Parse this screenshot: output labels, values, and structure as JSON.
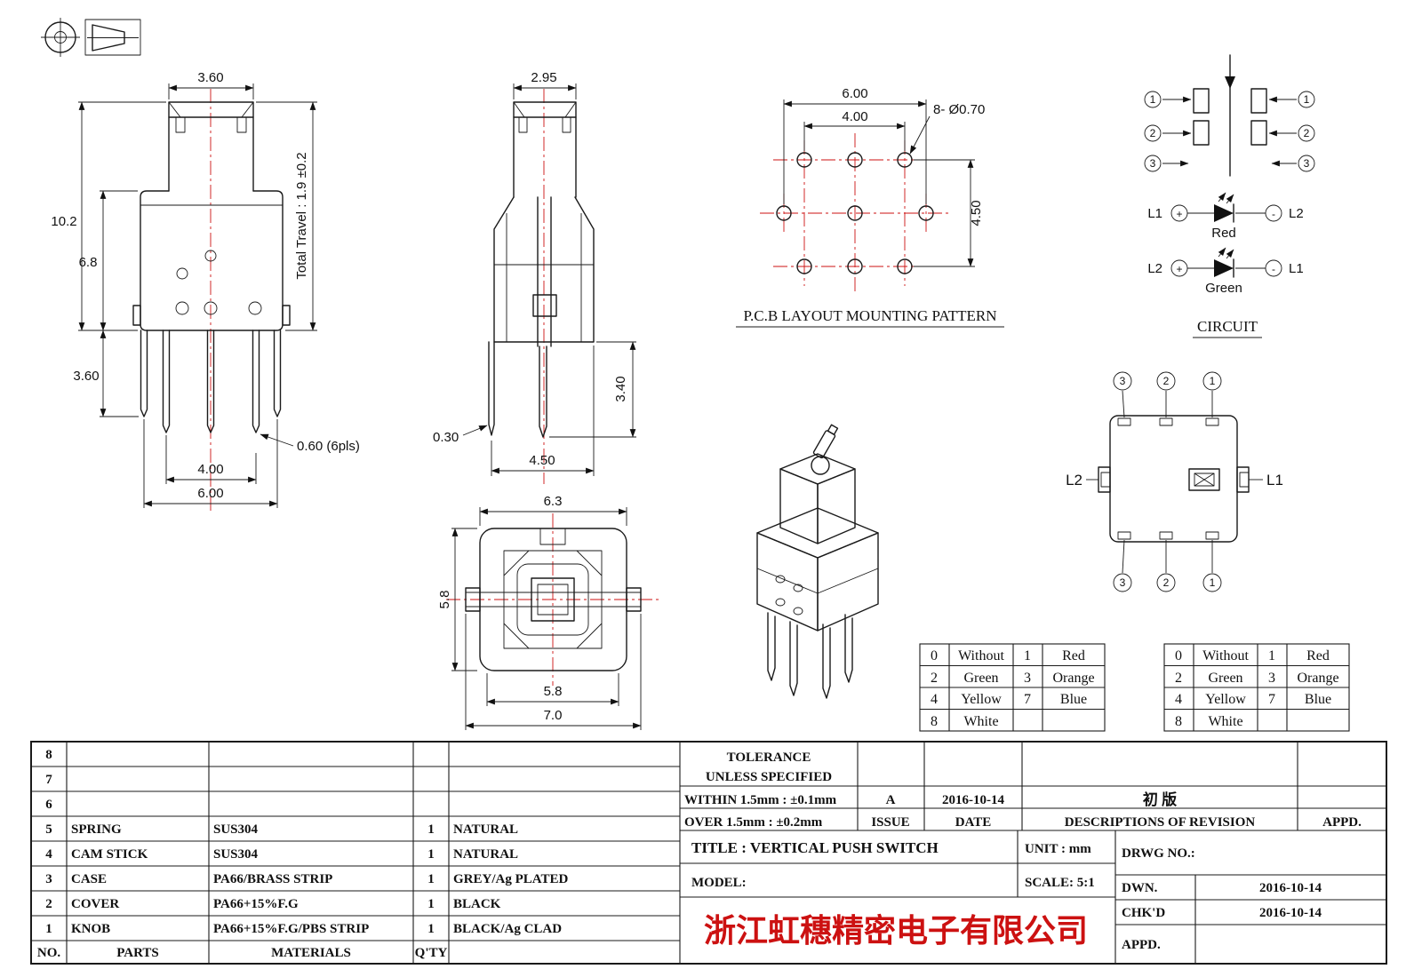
{
  "company_name": "浙江虹穗精密电子有限公司",
  "front_view": {
    "dim_knob_width": "3.60",
    "dim_total_height": "10.2",
    "dim_body_height": "6.8",
    "dim_pin_length": "3.60",
    "dim_travel": "Total Travel : 1.9 ±0.2",
    "dim_pin_note": "0.60 (6pls)",
    "dim_pin_pitch": "4.00",
    "dim_pin_span": "6.00"
  },
  "side_view": {
    "dim_knob_width": "2.95",
    "dim_pin_length": "3.40",
    "dim_pin_width": "0.30",
    "dim_pin_pitch": "4.50"
  },
  "bottom_view": {
    "dim_width": "6.3",
    "dim_height": "5.8",
    "dim_inner_width": "5.8",
    "dim_outer_width": "7.0"
  },
  "pcb_layout": {
    "title": "P.C.B LAYOUT MOUNTING PATTERN",
    "dim_outer": "6.00",
    "dim_inner": "4.00",
    "dim_holes": "8- Ø0.70",
    "dim_height": "4.50"
  },
  "circuit": {
    "title": "CIRCUIT",
    "pins": [
      "1",
      "2",
      "3"
    ],
    "plus": "+",
    "minus": "-",
    "led1": {
      "left": "L1",
      "right": "L2",
      "color": "Red"
    },
    "led2": {
      "left": "L2",
      "right": "L1",
      "color": "Green"
    }
  },
  "circuit_diagram": {
    "top_pins": [
      "3",
      "2",
      "1"
    ],
    "bottom_pins": [
      "3",
      "2",
      "1"
    ],
    "left_label": "L2",
    "right_label": "L1"
  },
  "color_table": {
    "rows": [
      [
        "0",
        "Without",
        "1",
        "Red"
      ],
      [
        "2",
        "Green",
        "3",
        "Orange"
      ],
      [
        "4",
        "Yellow",
        "7",
        "Blue"
      ],
      [
        "8",
        "White",
        "",
        ""
      ]
    ]
  },
  "bom": {
    "header": {
      "no": "NO.",
      "parts": "PARTS",
      "materials": "MATERIALS",
      "qty": "Q'TY"
    },
    "rows": [
      {
        "no": "8",
        "parts": "",
        "materials": "",
        "qty": "",
        "finish": ""
      },
      {
        "no": "7",
        "parts": "",
        "materials": "",
        "qty": "",
        "finish": ""
      },
      {
        "no": "6",
        "parts": "",
        "materials": "",
        "qty": "",
        "finish": ""
      },
      {
        "no": "5",
        "parts": "SPRING",
        "materials": "SUS304",
        "qty": "1",
        "finish": "NATURAL"
      },
      {
        "no": "4",
        "parts": "CAM STICK",
        "materials": "SUS304",
        "qty": "1",
        "finish": "NATURAL"
      },
      {
        "no": "3",
        "parts": "CASE",
        "materials": "PA66/BRASS STRIP",
        "qty": "1",
        "finish": "GREY/Ag PLATED"
      },
      {
        "no": "2",
        "parts": "COVER",
        "materials": "PA66+15%F.G",
        "qty": "1",
        "finish": "BLACK"
      },
      {
        "no": "1",
        "parts": "KNOB",
        "materials": "PA66+15%F.G/PBS STRIP",
        "qty": "1",
        "finish": "BLACK/Ag CLAD"
      }
    ]
  },
  "title_block": {
    "tolerance_line1": "TOLERANCE",
    "tolerance_line2": "UNLESS  SPECIFIED",
    "within": "WITHIN 1.5mm : ±0.1mm",
    "over": "OVER 1.5mm : ±0.2mm",
    "issue_value": "A",
    "issue_date": "2016-10-14",
    "revision_desc": "初  版",
    "issue_label": "ISSUE",
    "date_label": "DATE",
    "descriptions_label": "DESCRIPTIONS OF REVISION",
    "appd_label": "APPD.",
    "title_label": "TITLE :   VERTICAL PUSH SWITCH",
    "unit_label": "UNIT :  mm",
    "model_label": "MODEL:",
    "scale_label": "SCALE:  5:1",
    "drwg_label": "DRWG NO.:",
    "dwn_label": "DWN.",
    "dwn_date": "2016-10-14",
    "chkd_label": "CHK'D",
    "chkd_date": "2016-10-14",
    "appd_row_label": "APPD."
  }
}
